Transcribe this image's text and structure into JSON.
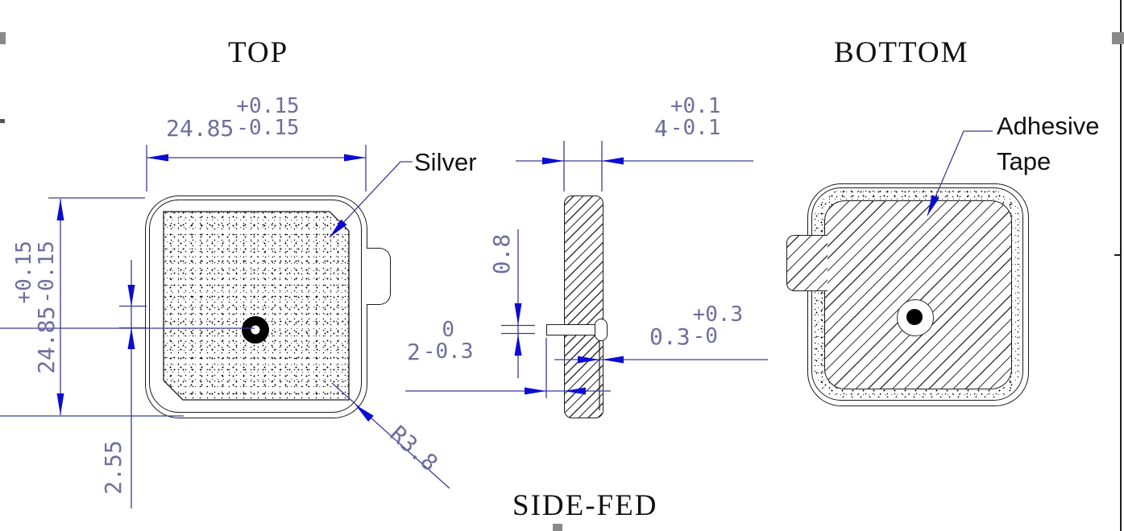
{
  "titles": {
    "top": "TOP",
    "bottom": "BOTTOM",
    "side_fed": "SIDE-FED"
  },
  "labels": {
    "silver": "Silver",
    "adhesive_tape_line1": "Adhesive",
    "adhesive_tape_line2": "Tape"
  },
  "dimensions": {
    "top_width": {
      "value": "24.85",
      "tol_plus": "+0.15",
      "tol_minus": "-0.15"
    },
    "left_height": {
      "value": "24.85",
      "tol_plus": "+0.15",
      "tol_minus": "-0.15"
    },
    "feed_offset": {
      "value": "2.55"
    },
    "corner_radius": {
      "value": "R3.8"
    },
    "thickness": {
      "value": "4",
      "tol_plus": "+0.1",
      "tol_minus": "-0.1"
    },
    "feed_pin_height": {
      "value": "0.8"
    },
    "feed_pin_length": {
      "value": "2",
      "tol_plus": "0",
      "tol_minus": "-0.3"
    },
    "feed_pin_inset": {
      "value": "0.3",
      "tol_plus": "+0.3",
      "tol_minus": "-0"
    }
  },
  "colors": {
    "dim_text": "#6e6ea0",
    "dim_line": "#3c3c96",
    "arrow_blue": "#0b0bd2",
    "geometry_black": "#1c1c1c",
    "frame_gray": "#8a8a8a"
  }
}
